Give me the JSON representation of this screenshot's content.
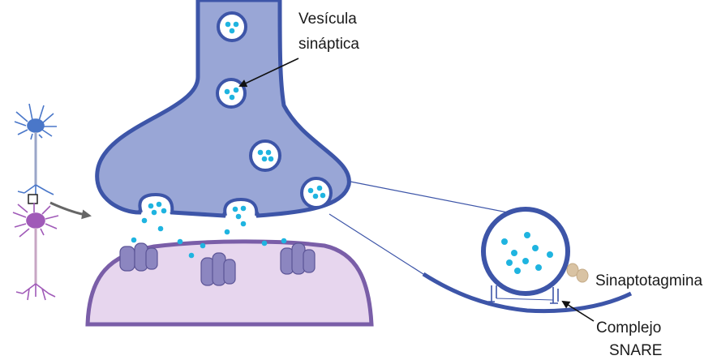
{
  "labels": {
    "vesicle_line1": "Vesícula",
    "vesicle_line2": "sináptica",
    "synaptotagmin": "Sinaptotagmina",
    "snare_line1": "Complejo",
    "snare_line2": "SNARE"
  },
  "colors": {
    "terminal_fill": "#99a6d6",
    "membrane_stroke": "#3d55a8",
    "postsynaptic_fill": "#e7d6ee",
    "postsynaptic_stroke": "#7a5ea8",
    "receptor_fill": "#8c86c0",
    "neurotransmitter": "#1fb4e0",
    "synaptotagmin": "#d9c3a3",
    "neuron_top": "#4a77c9",
    "neuron_bottom": "#a05ab8"
  }
}
